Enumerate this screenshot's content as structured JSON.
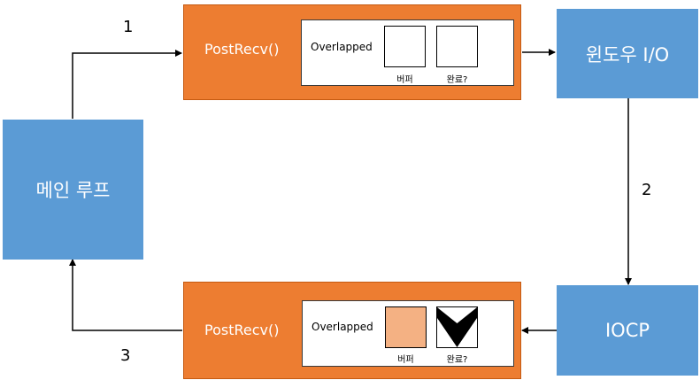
{
  "main_loop": {
    "label": "메인 루프"
  },
  "windows_io": {
    "label": "윈도우 I/O"
  },
  "iocp": {
    "label": "IOCP"
  },
  "top_call": {
    "function": "PostRecv()",
    "overlapped_label": "Overlapped",
    "buffer_label": "버퍼",
    "complete_label": "완료?"
  },
  "bottom_call": {
    "function": "PostRecv()",
    "overlapped_label": "Overlapped",
    "buffer_label": "버퍼",
    "complete_label": "완료?"
  },
  "steps": {
    "step1": "1",
    "step2": "2",
    "step3": "3"
  },
  "colors": {
    "blue_box": "#5b9bd5",
    "orange_box": "#ed7d31",
    "buffer_filled": "#f4b183",
    "checkmark": "#000000"
  }
}
